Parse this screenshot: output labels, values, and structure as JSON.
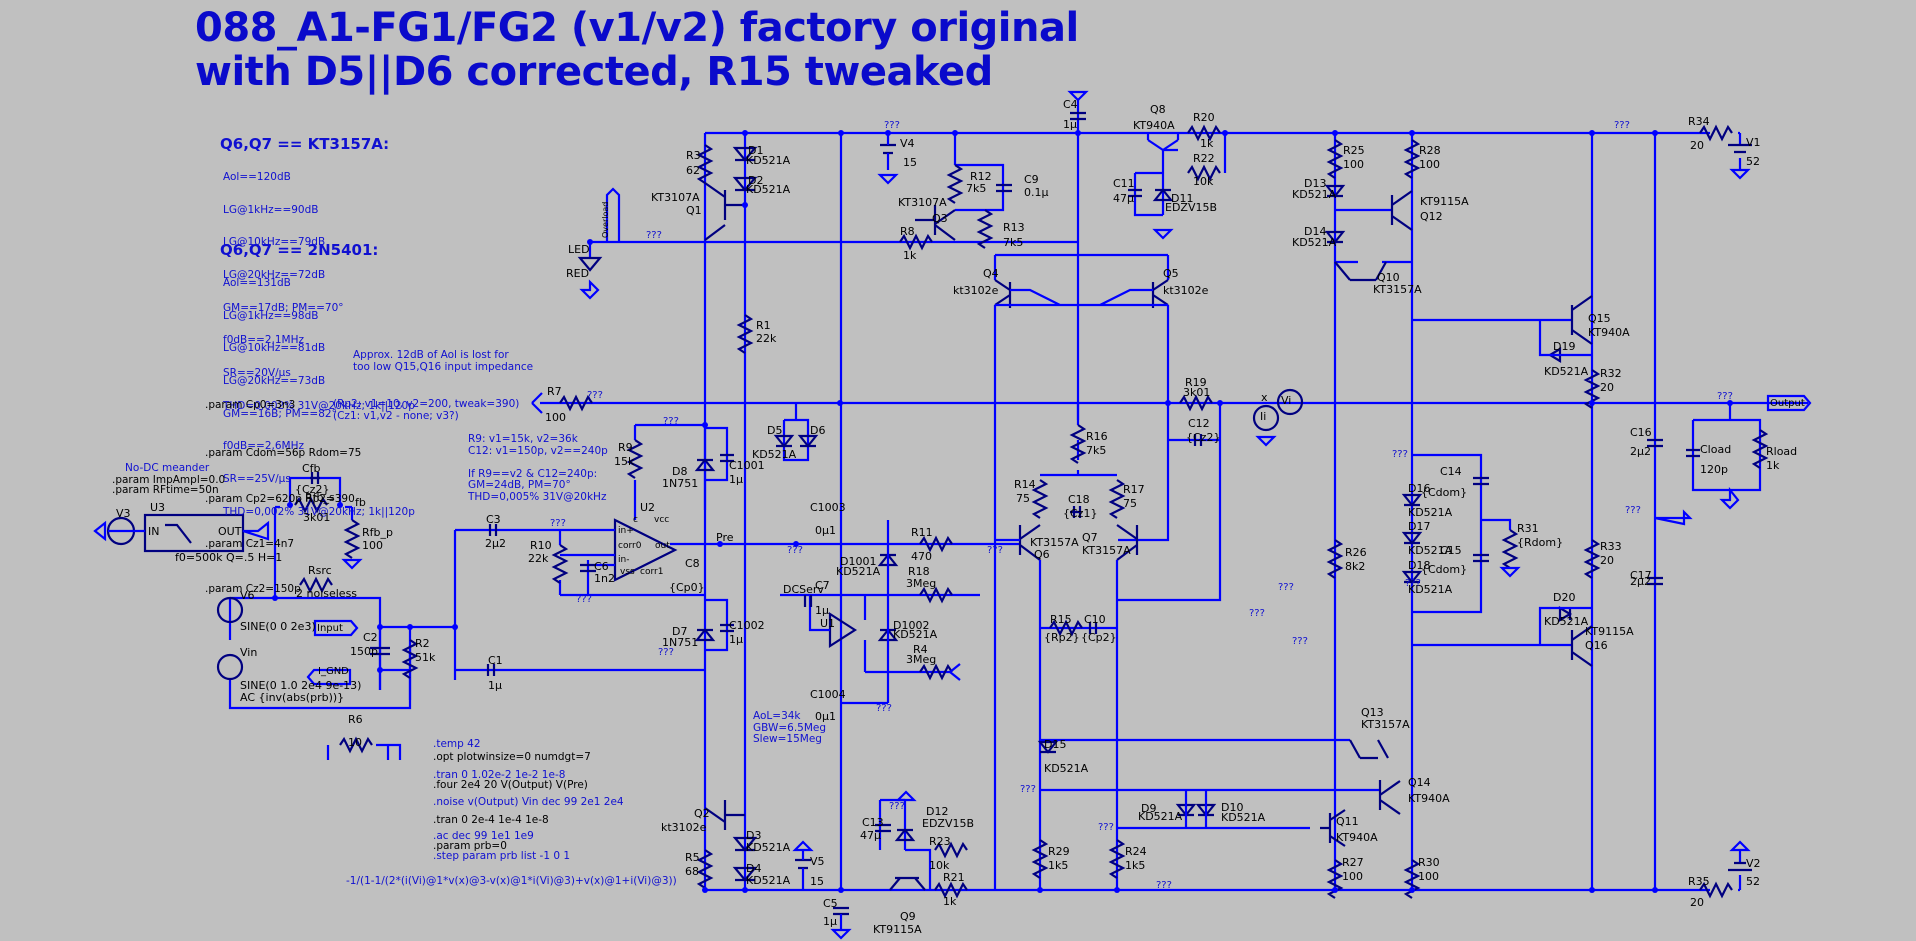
{
  "title": {
    "line1": "088_A1-FG1/FG2 (v1/v2) factory original",
    "line2": "with D5||D6 corrected, R15 tweaked"
  },
  "notes": {
    "kt3157a": {
      "header": "Q6,Q7 == KT3157A:",
      "lines": [
        "Aol==120dB",
        "LG@1kHz==90dB",
        "LG@10kHz==79dB",
        "LG@20kHz==72dB",
        "GM==17dB; PM==70°",
        "f0dB==2,1MHz",
        "SR==20V/µs",
        "THD=0,002% 31V@20kHz; 1k||120p"
      ]
    },
    "n2n5401": {
      "header": "Q6,Q7 == 2N5401:",
      "lines": [
        "Aol==131dB",
        "LG@1kHz==98dB",
        "LG@10kHz==81dB",
        "LG@20kHz==73dB",
        "GM==16B; PM==82°",
        "f0dB==2,6MHz",
        "SR==25V/µs",
        "THD=0,002% 31V@20kHz; 1k||120p"
      ]
    },
    "aol_loss": "Approx. 12dB of Aol is lost for\ntoo low Q15,Q16 input impedance",
    "params": [
      ".param Cp0=3n3",
      ".param Cdom=56p Rdom=75",
      ".param Cp2=620p Rp2=390",
      ".param Cz1=4n7",
      ".param Cz2=150p"
    ],
    "rp2_note": "(Rp2: v1=10, v2=200, tweak=390)",
    "cz1_note": "(Cz1: v1,v2 - none; v3?)",
    "r9_note": "R9: v1=15k, v2=36k\nC12: v1=150p, v2==240p\n\nIf R9==v2 & C12=240p:\nGM=24dB, PM=70°\nTHD=0,005% 31V@20kHz",
    "meander_title": "No-DC meander",
    "meander_params": ".param ImpAmpl=0.0\n.param RFtime=50n",
    "u1_note": "AoL=34k\nGBW=6.5Meg\nSlew=15Meg",
    "directives": [
      {
        "text": ".temp 42",
        "color": "blue"
      },
      {
        "text": ".opt plotwinsize=0 numdgt=7",
        "color": "black"
      },
      {
        "text": ".tran 0 1.02e-2 1e-2 1e-8",
        "color": "blue"
      },
      {
        "text": ".four 2e4 20 V(Output) V(Pre)",
        "color": "black"
      },
      {
        "text": ".noise v(Output) Vin dec 99 2e1 2e4",
        "color": "blue"
      },
      {
        "text": ".tran 0 2e-4 1e-4 1e-8",
        "color": "black"
      },
      {
        "text": ".ac dec 99 1e1 1e9",
        "color": "blue"
      },
      {
        "text": ".param prb=0",
        "color": "black"
      },
      {
        "text": ".step param prb list -1 0 1",
        "color": "blue"
      }
    ],
    "formula": "-1/(1-1/(2*(i(Vi)@1*v(x)@3-v(x)@1*i(Vi)@3)+v(x)@1+i(Vi)@3))"
  },
  "components": [
    {
      "id": "V3",
      "name": "V3",
      "value": ""
    },
    {
      "id": "U3",
      "name": "U3",
      "value": "f0=500k Q=.5 H=1",
      "pins": [
        "IN",
        "OUT"
      ]
    },
    {
      "id": "Cfb",
      "name": "Cfb",
      "value": "{Cz2}"
    },
    {
      "id": "Rfb_s",
      "name": "Rfb_s",
      "value": "3k01"
    },
    {
      "id": "Rfb_p",
      "name": "Rfb_p",
      "value": "100"
    },
    {
      "id": "Rsrc",
      "name": "Rsrc",
      "value": "2 noiseless"
    },
    {
      "id": "V6",
      "name": "V6",
      "value": "SINE(0 0 2e3)"
    },
    {
      "id": "Vin",
      "name": "Vin",
      "value": "SINE(0 1.0 2e4 9e-13)",
      "value2": "AC {inv(abs(prb))}"
    },
    {
      "id": "C2",
      "name": "C2",
      "value": "150p"
    },
    {
      "id": "R2",
      "name": "R2",
      "value": "51k"
    },
    {
      "id": "R6",
      "name": "R6",
      "value": "10"
    },
    {
      "id": "C1",
      "name": "C1",
      "value": "1µ"
    },
    {
      "id": "C3",
      "name": "C3",
      "value": "2µ2"
    },
    {
      "id": "R10",
      "name": "R10",
      "value": "22k"
    },
    {
      "id": "C6",
      "name": "C6",
      "value": "1n2"
    },
    {
      "id": "U2",
      "name": "U2",
      "pins": [
        "c",
        "vcc",
        "in+",
        "corr0",
        "out",
        "in-",
        "vss",
        "corr1"
      ]
    },
    {
      "id": "C8",
      "name": "C8",
      "value": "{Cp0}"
    },
    {
      "id": "R9",
      "name": "R9",
      "value": "15k"
    },
    {
      "id": "D8",
      "name": "D8",
      "value": "1N751"
    },
    {
      "id": "C1001",
      "name": "C1001",
      "value": "1µ"
    },
    {
      "id": "D7",
      "name": "D7",
      "value": "1N751"
    },
    {
      "id": "C1002",
      "name": "C1002",
      "value": "1µ"
    },
    {
      "id": "R7",
      "name": "R7",
      "value": "100"
    },
    {
      "id": "R3",
      "name": "R3",
      "value": "62"
    },
    {
      "id": "D1",
      "name": "D1",
      "value": "KD521A"
    },
    {
      "id": "D2",
      "name": "D2",
      "value": "KD521A"
    },
    {
      "id": "Q1",
      "name": "Q1",
      "value": "KT3107A"
    },
    {
      "id": "R1",
      "name": "R1",
      "value": "22k"
    },
    {
      "id": "LED",
      "name": "LED",
      "value": "RED"
    },
    {
      "id": "D5",
      "name": "D5",
      "value": "KD521A"
    },
    {
      "id": "D6",
      "name": "D6",
      "value": "KD521A"
    },
    {
      "id": "C1003",
      "name": "C1003",
      "value": "0µ1"
    },
    {
      "id": "D1001",
      "name": "D1001",
      "value": "KD521A"
    },
    {
      "id": "C7",
      "name": "C7",
      "value": "1µ"
    },
    {
      "id": "U1",
      "name": "U1",
      "value": ""
    },
    {
      "id": "D1002",
      "name": "D1002",
      "value": "KD521A"
    },
    {
      "id": "C1004",
      "name": "C1004",
      "value": "0µ1"
    },
    {
      "id": "R11",
      "name": "R11",
      "value": "470"
    },
    {
      "id": "R18",
      "name": "R18",
      "value": "3Meg"
    },
    {
      "id": "R4",
      "name": "R4",
      "value": "3Meg"
    },
    {
      "id": "Q2",
      "name": "Q2",
      "value": "kt3102e"
    },
    {
      "id": "R5",
      "name": "R5",
      "value": "68"
    },
    {
      "id": "D3",
      "name": "D3",
      "value": "KD521A"
    },
    {
      "id": "D4",
      "name": "D4",
      "value": "KD521A"
    },
    {
      "id": "V5",
      "name": "V5",
      "value": "15"
    },
    {
      "id": "C5",
      "name": "C5",
      "value": "1µ"
    },
    {
      "id": "V4",
      "name": "V4",
      "value": "15"
    },
    {
      "id": "C4",
      "name": "C4",
      "value": "1µ"
    },
    {
      "id": "Q3",
      "name": "Q3",
      "value": "KT3107A"
    },
    {
      "id": "R8",
      "name": "R8",
      "value": "1k"
    },
    {
      "id": "R12",
      "name": "R12",
      "value": "7k5"
    },
    {
      "id": "C9",
      "name": "C9",
      "value": "0.1µ"
    },
    {
      "id": "R13",
      "name": "R13",
      "value": "7k5"
    },
    {
      "id": "Q4",
      "name": "Q4",
      "value": "kt3102e"
    },
    {
      "id": "Q5",
      "name": "Q5",
      "value": "kt3102e"
    },
    {
      "id": "Q8",
      "name": "Q8",
      "value": "KT940A"
    },
    {
      "id": "R20",
      "name": "R20",
      "value": "1k"
    },
    {
      "id": "R22",
      "name": "R22",
      "value": "10k"
    },
    {
      "id": "C11",
      "name": "C11",
      "value": "47µ"
    },
    {
      "id": "D11",
      "name": "D11",
      "value": "EDZV15B"
    },
    {
      "id": "R16",
      "name": "R16",
      "value": "7k5"
    },
    {
      "id": "R14",
      "name": "R14",
      "value": "75"
    },
    {
      "id": "R17",
      "name": "R17",
      "value": "75"
    },
    {
      "id": "C18",
      "name": "C18",
      "value": "{Cz1}"
    },
    {
      "id": "Q6",
      "name": "Q6",
      "value": "KT3157A"
    },
    {
      "id": "Q7",
      "name": "Q7",
      "value": "KT3157A"
    },
    {
      "id": "R19",
      "name": "R19",
      "value": "3k01"
    },
    {
      "id": "C12",
      "name": "C12",
      "value": "{Cz2}"
    },
    {
      "id": "R15",
      "name": "R15",
      "value": "{Rp2}"
    },
    {
      "id": "C10",
      "name": "C10",
      "value": "{Cp2}"
    },
    {
      "id": "D15",
      "name": "D15",
      "value": "KD521A"
    },
    {
      "id": "R29",
      "name": "R29",
      "value": "1k5"
    },
    {
      "id": "R24",
      "name": "R24",
      "value": "1k5"
    },
    {
      "id": "D9",
      "name": "D9",
      "value": "KD521A"
    },
    {
      "id": "D10",
      "name": "D10",
      "value": "KD521A"
    },
    {
      "id": "C13",
      "name": "C13",
      "value": "47µ"
    },
    {
      "id": "D12",
      "name": "D12",
      "value": "EDZV15B"
    },
    {
      "id": "R23",
      "name": "R23",
      "value": "10k"
    },
    {
      "id": "Q9",
      "name": "Q9",
      "value": "KT9115A"
    },
    {
      "id": "R21",
      "name": "R21",
      "value": "1k"
    },
    {
      "id": "R25",
      "name": "R25",
      "value": "100"
    },
    {
      "id": "R28",
      "name": "R28",
      "value": "100"
    },
    {
      "id": "D13",
      "name": "D13",
      "value": "KD521A"
    },
    {
      "id": "D14",
      "name": "D14",
      "value": "KD521A"
    },
    {
      "id": "Q12",
      "name": "Q12",
      "value": "KT9115A"
    },
    {
      "id": "Q10",
      "name": "Q10",
      "value": "KT3157A"
    },
    {
      "id": "R26",
      "name": "R26",
      "value": "8k2"
    },
    {
      "id": "D16",
      "name": "D16",
      "value": "KD521A"
    },
    {
      "id": "D17",
      "name": "D17",
      "value": "KD521A"
    },
    {
      "id": "D18",
      "name": "D18",
      "value": "KD521A"
    },
    {
      "id": "C14",
      "name": "C14",
      "value": "{Cdom}"
    },
    {
      "id": "C15",
      "name": "C15",
      "value": "{Cdom}"
    },
    {
      "id": "R31",
      "name": "R31",
      "value": "{Rdom}"
    },
    {
      "id": "Q13",
      "name": "Q13",
      "value": "KT3157A"
    },
    {
      "id": "Q14",
      "name": "Q14",
      "value": "KT940A"
    },
    {
      "id": "Q11",
      "name": "Q11",
      "value": "KT940A"
    },
    {
      "id": "R27",
      "name": "R27",
      "value": "100"
    },
    {
      "id": "R30",
      "name": "R30",
      "value": "100"
    },
    {
      "id": "Q15",
      "name": "Q15",
      "value": "KT940A"
    },
    {
      "id": "D19",
      "name": "D19",
      "value": "KD521A"
    },
    {
      "id": "R32",
      "name": "R32",
      "value": "20"
    },
    {
      "id": "R33",
      "name": "R33",
      "value": "20"
    },
    {
      "id": "D20",
      "name": "D20",
      "value": "KD521A"
    },
    {
      "id": "Q16",
      "name": "Q16",
      "value": "KT9115A"
    },
    {
      "id": "C16",
      "name": "C16",
      "value": "2µ2"
    },
    {
      "id": "C17",
      "name": "C17",
      "value": "2µ2"
    },
    {
      "id": "Cload",
      "name": "Cload",
      "value": "120p"
    },
    {
      "id": "Rload",
      "name": "Rload",
      "value": "1k"
    },
    {
      "id": "R34",
      "name": "R34",
      "value": "20"
    },
    {
      "id": "V1",
      "name": "V1",
      "value": "52"
    },
    {
      "id": "R35",
      "name": "R35",
      "value": "20"
    },
    {
      "id": "V2",
      "name": "V2",
      "value": "52"
    },
    {
      "id": "Vi",
      "name": "Vi",
      "value": ""
    },
    {
      "id": "Ii",
      "name": "Ii",
      "value": ""
    }
  ],
  "nets": {
    "unknown": "???",
    "fb": "fb",
    "pre": "Pre",
    "dcserv": "DCServ",
    "x": "x",
    "input_port": "Input",
    "ignd_port": "I_GND",
    "output_port": "Output",
    "overload_port": "Overload"
  }
}
